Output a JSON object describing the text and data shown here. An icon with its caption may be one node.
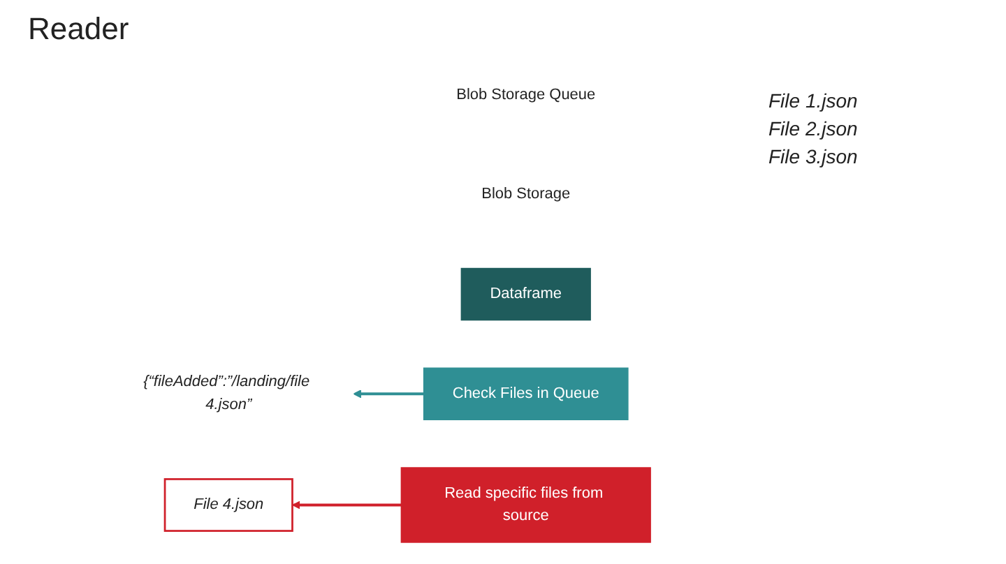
{
  "diagram": {
    "title": "Reader",
    "nodes": [
      {
        "text": [
          "Blob Storage Queue"
        ]
      },
      {
        "text": [
          "{“fileAdded”:”/landing/file 4.json”"
        ]
      },
      {
        "text": [
          "Blob Storage"
        ]
      },
      {
        "text": [
          "File 4.json"
        ]
      },
      {
        "text": [
          "Dataframe"
        ]
      },
      {
        "text": [
          "Check Files in Queue"
        ]
      },
      {
        "text": [
          "Read specific files from source"
        ]
      }
    ],
    "edges": [
      {
        "from": 5,
        "to": 1,
        "arrow": "to",
        "color": "#2f8f94"
      },
      {
        "from": 6,
        "to": 3,
        "arrow": "to",
        "color": "#d0202a"
      }
    ],
    "labels": [
      "File 1.json",
      "File 2.json",
      "File 3.json"
    ]
  }
}
